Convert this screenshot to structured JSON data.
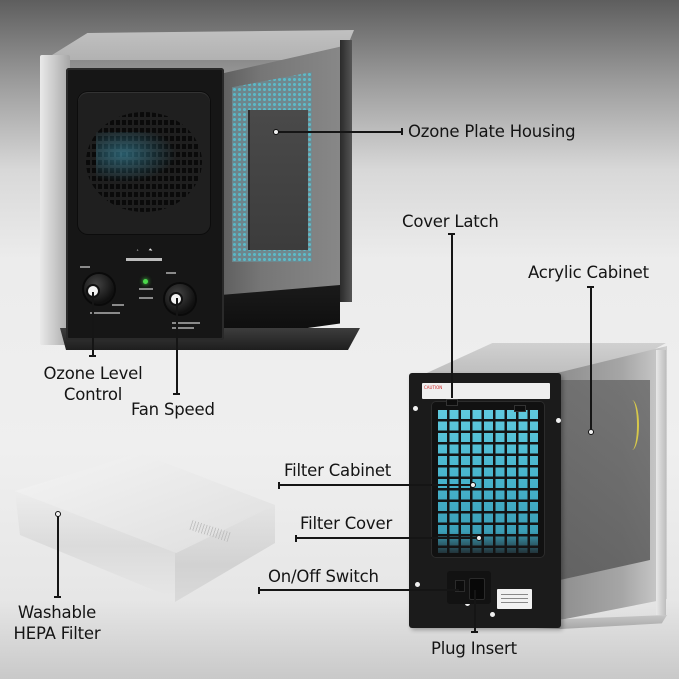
{
  "figure": {
    "type": "annotated-product-diagram",
    "subject": "Air purifier with ozone generator and washable HEPA filter"
  },
  "callouts": {
    "ozone_plate_housing": "Ozone Plate Housing",
    "cover_latch": "Cover Latch",
    "acrylic_cabinet": "Acrylic Cabinet",
    "ozone_level_control_line1": "Ozone Level",
    "ozone_level_control_line2": "Control",
    "fan_speed": "Fan Speed",
    "filter_cabinet": "Filter Cabinet",
    "filter_cover": "Filter Cover",
    "on_off_switch": "On/Off Switch",
    "washable_hepa_line1": "Washable",
    "washable_hepa_line2": "HEPA Filter",
    "plug_insert": "Plug Insert"
  },
  "units": {
    "front_view": {
      "brand_logo": "mountain-logo-icon",
      "indicator_led_color": "#4cd94c"
    },
    "back_view": {
      "caution_label": "CAUTION",
      "grille_color": "#4fbcd3"
    }
  },
  "colors": {
    "label_text": "#141414",
    "leader_line": "#151515",
    "background_top": "#5e5e5e",
    "background_mid": "#efefef",
    "cabinet_black": "#161616"
  }
}
